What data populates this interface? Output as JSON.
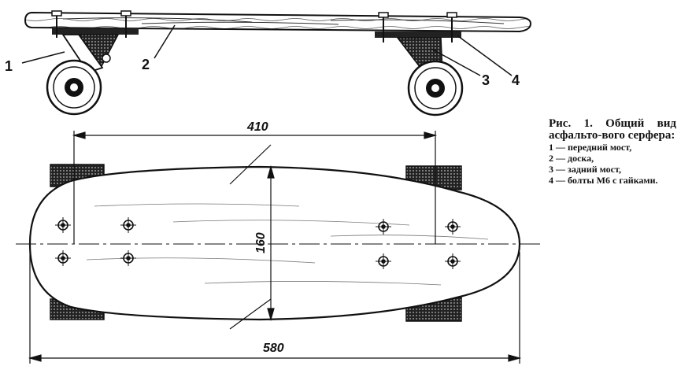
{
  "labels": {
    "part1": "1",
    "part2": "2",
    "part3": "3",
    "part4": "4"
  },
  "dimensions": {
    "wheelbase": "410",
    "width": "160",
    "length": "580"
  },
  "caption": {
    "title": "Рис. 1. Общий вид асфальто-вого серфера:",
    "items": [
      "1 — передний мост,",
      "2 — доска,",
      "3 — задний мост,",
      "4 — болты М6 с гайками."
    ]
  }
}
